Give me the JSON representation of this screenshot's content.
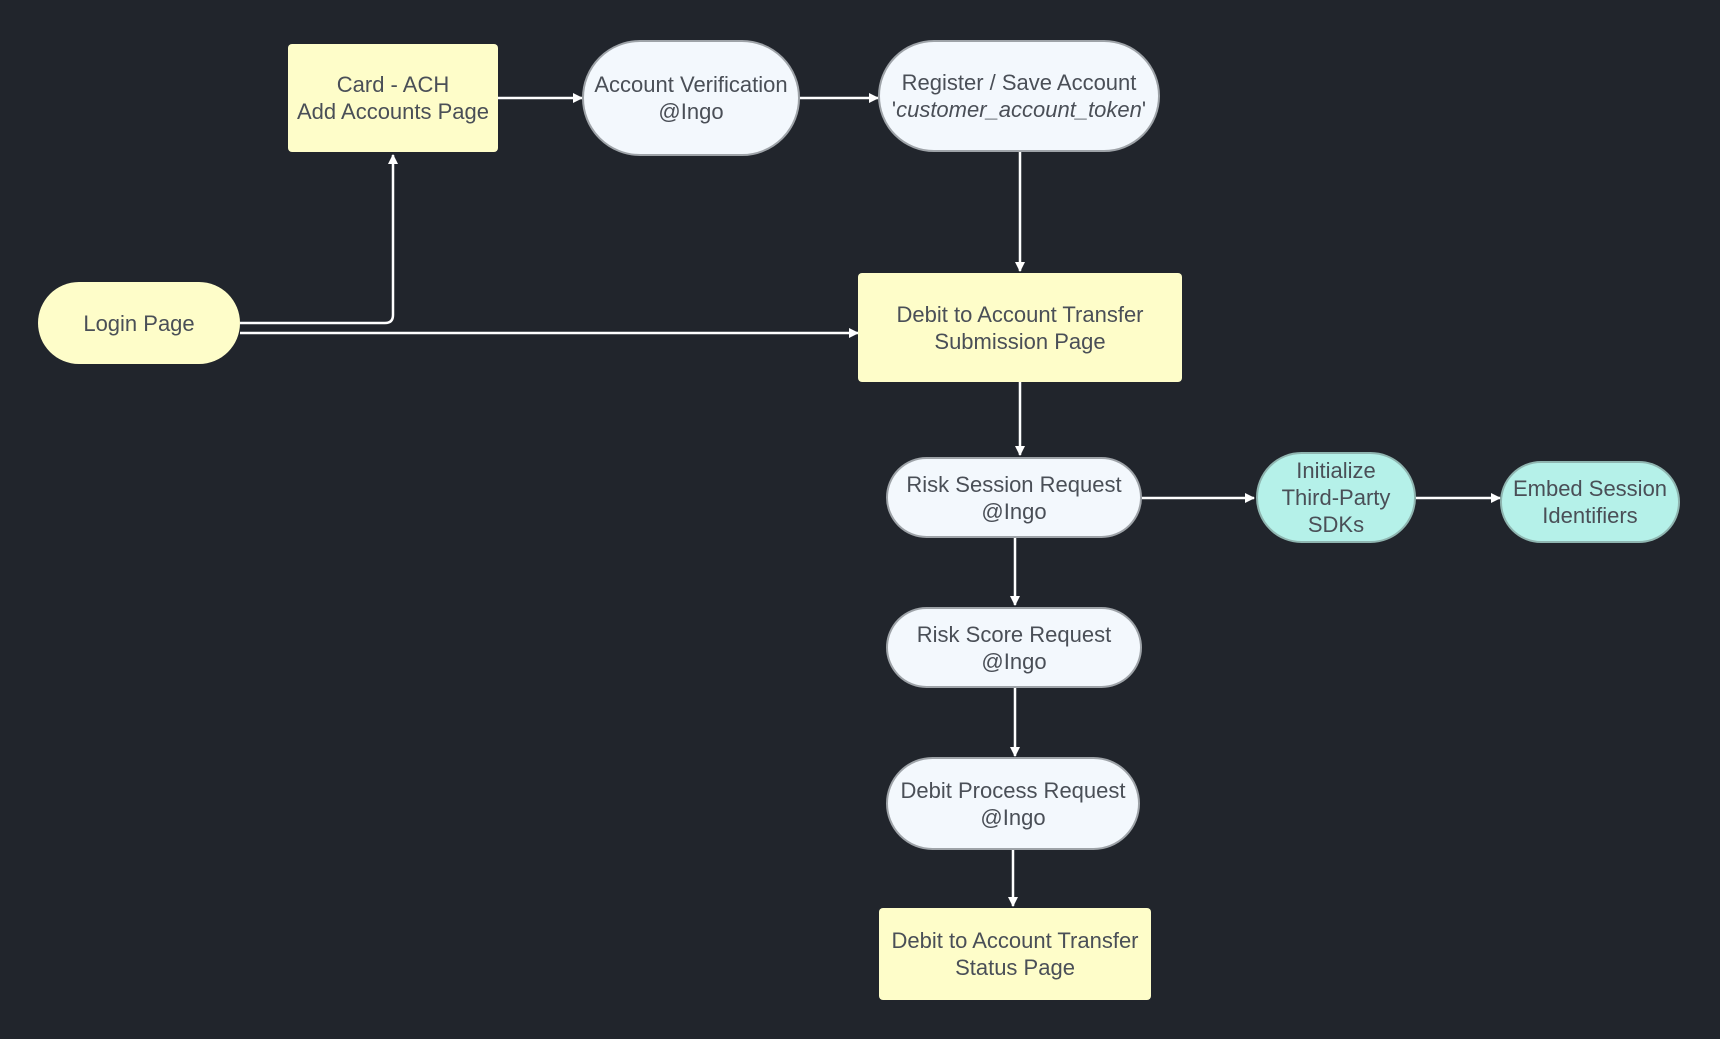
{
  "nodes": {
    "card_ach": {
      "line1": "Card - ACH",
      "line2": "Add Accounts Page"
    },
    "account_verification": {
      "line1": "Account Verification",
      "line2": "@Ingo"
    },
    "register_account": {
      "line1": "Register / Save Account",
      "quote_open": "'",
      "token": "customer_account_token",
      "quote_close": "'"
    },
    "login": {
      "line1": "Login Page"
    },
    "debit_submission": {
      "line1": "Debit to Account Transfer",
      "line2": "Submission Page"
    },
    "risk_session": {
      "line1": "Risk Session Request",
      "line2": "@Ingo"
    },
    "init_sdks": {
      "line1": "Initialize",
      "line2": "Third-Party",
      "line3": "SDKs"
    },
    "embed_session": {
      "line1": "Embed Session",
      "line2": "Identifiers"
    },
    "risk_score": {
      "line1": "Risk Score Request",
      "line2": "@Ingo"
    },
    "debit_process": {
      "line1": "Debit Process Request",
      "line2": "@Ingo"
    },
    "debit_status": {
      "line1": "Debit to Account Transfer",
      "line2": "Status Page"
    }
  },
  "colors": {
    "background": "#21252c",
    "page_fill": "#fefdc9",
    "api_fill": "#f3f8fd",
    "sdk_fill": "#b5f1e9",
    "edge": "#ffffff",
    "text": "#4a4f57"
  },
  "edges": [
    {
      "from": "login",
      "to": "card_ach"
    },
    {
      "from": "login",
      "to": "debit_submission"
    },
    {
      "from": "card_ach",
      "to": "account_verification"
    },
    {
      "from": "account_verification",
      "to": "register_account"
    },
    {
      "from": "register_account",
      "to": "debit_submission"
    },
    {
      "from": "debit_submission",
      "to": "risk_session"
    },
    {
      "from": "risk_session",
      "to": "init_sdks"
    },
    {
      "from": "init_sdks",
      "to": "embed_session"
    },
    {
      "from": "risk_session",
      "to": "risk_score"
    },
    {
      "from": "risk_score",
      "to": "debit_process"
    },
    {
      "from": "debit_process",
      "to": "debit_status"
    }
  ]
}
